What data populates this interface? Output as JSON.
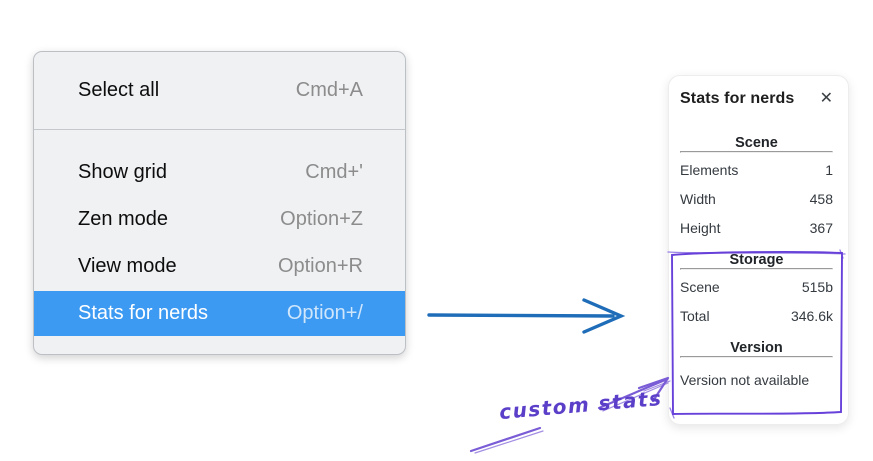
{
  "menu": {
    "items": [
      {
        "label": "Select all",
        "shortcut": "Cmd+A",
        "selected": false
      },
      {
        "label": "Show grid",
        "shortcut": "Cmd+'",
        "selected": false
      },
      {
        "label": "Zen mode",
        "shortcut": "Option+Z",
        "selected": false
      },
      {
        "label": "View mode",
        "shortcut": "Option+R",
        "selected": false
      },
      {
        "label": "Stats for nerds",
        "shortcut": "Option+/",
        "selected": true
      }
    ]
  },
  "stats_panel": {
    "title": "Stats for nerds",
    "close_icon": "✕",
    "sections": [
      {
        "heading": "Scene",
        "rows": [
          {
            "label": "Elements",
            "value": "1"
          },
          {
            "label": "Width",
            "value": "458"
          },
          {
            "label": "Height",
            "value": "367"
          }
        ]
      },
      {
        "heading": "Storage",
        "rows": [
          {
            "label": "Scene",
            "value": "515b"
          },
          {
            "label": "Total",
            "value": "346.6k"
          }
        ]
      },
      {
        "heading": "Version",
        "note": "Version not available"
      }
    ]
  },
  "annotation": {
    "label": "custom stats"
  },
  "colors": {
    "menu_highlight_blue": "#3d9af2",
    "flow_arrow_blue": "#1f6db8",
    "annotation_purple": "#6741d9",
    "annotation_arrow_purple": "#7a5cd6"
  }
}
